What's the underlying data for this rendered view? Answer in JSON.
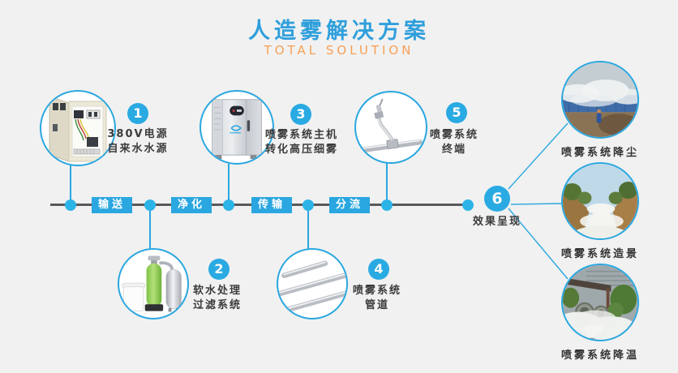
{
  "header": {
    "title": "人造雾解决方案",
    "subtitle": "TOTAL SOLUTION"
  },
  "colors": {
    "accent_blue": "#29a7e0",
    "title_blue": "#2f9fdc",
    "subtitle_orange": "#f6a055",
    "timeline_gray": "#58595b",
    "background": "#f1f1f1",
    "text_dark": "#3b3b3b"
  },
  "flow_labels": [
    "输送",
    "净化",
    "传输",
    "分流"
  ],
  "steps": [
    {
      "num": "1",
      "lines": [
        "380V电源",
        "自来水水源"
      ],
      "icon": "power-distribution-box"
    },
    {
      "num": "2",
      "lines": [
        "软水处理",
        "过滤系统"
      ],
      "icon": "water-softener-filter"
    },
    {
      "num": "3",
      "lines": [
        "喷雾系统主机",
        "转化高压细雾"
      ],
      "icon": "fog-host-machine"
    },
    {
      "num": "4",
      "lines": [
        "喷雾系统",
        "管道"
      ],
      "icon": "steel-pipes"
    },
    {
      "num": "5",
      "lines": [
        "喷雾系统",
        "终端"
      ],
      "icon": "spray-nozzle-terminal"
    },
    {
      "num": "6",
      "label": "效果呈现"
    }
  ],
  "results": [
    {
      "label": "喷雾系统降尘",
      "icon": "dust-suppression-photo"
    },
    {
      "label": "喷雾系统造景",
      "icon": "landscaping-fog-photo"
    },
    {
      "label": "喷雾系统降温",
      "icon": "cooling-fog-photo"
    }
  ]
}
